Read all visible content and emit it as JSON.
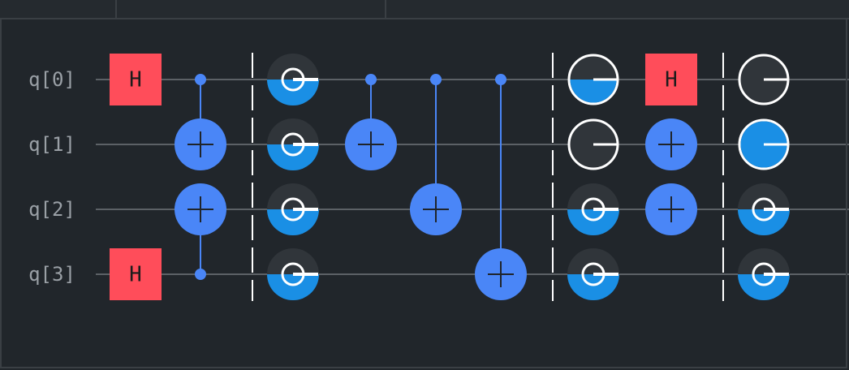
{
  "colors": {
    "background": "#21262b",
    "wire": "#5c6166",
    "label": "#9aa0a6",
    "h_gate": "#ff4d5a",
    "h_text": "#1c1c1c",
    "cnot": "#4a86f7",
    "cnot_symbol": "#1f242a",
    "barrier": "#ffffff",
    "prob_fill": "#1a8fe5",
    "prob_empty": "#30353a",
    "bloch_stroke": "#ffffff"
  },
  "qubits": [
    "q[0]",
    "q[1]",
    "q[2]",
    "q[3]"
  ],
  "gates": [
    {
      "type": "H",
      "label": "H",
      "qubit": 0,
      "column": 0
    },
    {
      "type": "H",
      "label": "H",
      "qubit": 3,
      "column": 0
    },
    {
      "type": "CNOT",
      "control": 0,
      "target": 1,
      "column": 1
    },
    {
      "type": "CNOT",
      "control": 3,
      "target": 2,
      "column": 1
    },
    {
      "type": "BARRIER",
      "column": 2
    },
    {
      "type": "DISPLAY",
      "qubit": 0,
      "column": 3,
      "style": "probability",
      "probability": 0.5
    },
    {
      "type": "DISPLAY",
      "qubit": 1,
      "column": 3,
      "style": "probability",
      "probability": 0.5
    },
    {
      "type": "DISPLAY",
      "qubit": 2,
      "column": 3,
      "style": "probability",
      "probability": 0.5
    },
    {
      "type": "DISPLAY",
      "qubit": 3,
      "column": 3,
      "style": "probability",
      "probability": 0.5
    },
    {
      "type": "CNOT",
      "control": 0,
      "target": 1,
      "column": 4
    },
    {
      "type": "CNOT",
      "control": 0,
      "target": 2,
      "column": 5
    },
    {
      "type": "CNOT",
      "control": 0,
      "target": 3,
      "column": 6
    },
    {
      "type": "BARRIER",
      "column": 7
    },
    {
      "type": "DISPLAY",
      "qubit": 0,
      "column": 8,
      "style": "bloch",
      "probability": 0.5
    },
    {
      "type": "DISPLAY",
      "qubit": 1,
      "column": 8,
      "style": "bloch",
      "probability": 0.0
    },
    {
      "type": "DISPLAY",
      "qubit": 2,
      "column": 8,
      "style": "probability",
      "probability": 0.5
    },
    {
      "type": "DISPLAY",
      "qubit": 3,
      "column": 8,
      "style": "probability",
      "probability": 0.5
    },
    {
      "type": "H",
      "label": "H",
      "qubit": 0,
      "column": 9
    },
    {
      "type": "CNOT",
      "control": 0,
      "target": 1,
      "column": 9,
      "hide_control": true
    },
    {
      "type": "CNOT",
      "control": 0,
      "target": 2,
      "column": 9,
      "hide_control": true
    },
    {
      "type": "BARRIER",
      "column": 10
    },
    {
      "type": "DISPLAY",
      "qubit": 0,
      "column": 11,
      "style": "bloch",
      "probability": 0.0
    },
    {
      "type": "DISPLAY",
      "qubit": 1,
      "column": 11,
      "style": "bloch",
      "probability": 1.0
    },
    {
      "type": "DISPLAY",
      "qubit": 2,
      "column": 11,
      "style": "probability",
      "probability": 0.5
    },
    {
      "type": "DISPLAY",
      "qubit": 3,
      "column": 11,
      "style": "probability",
      "probability": 0.5
    }
  ]
}
